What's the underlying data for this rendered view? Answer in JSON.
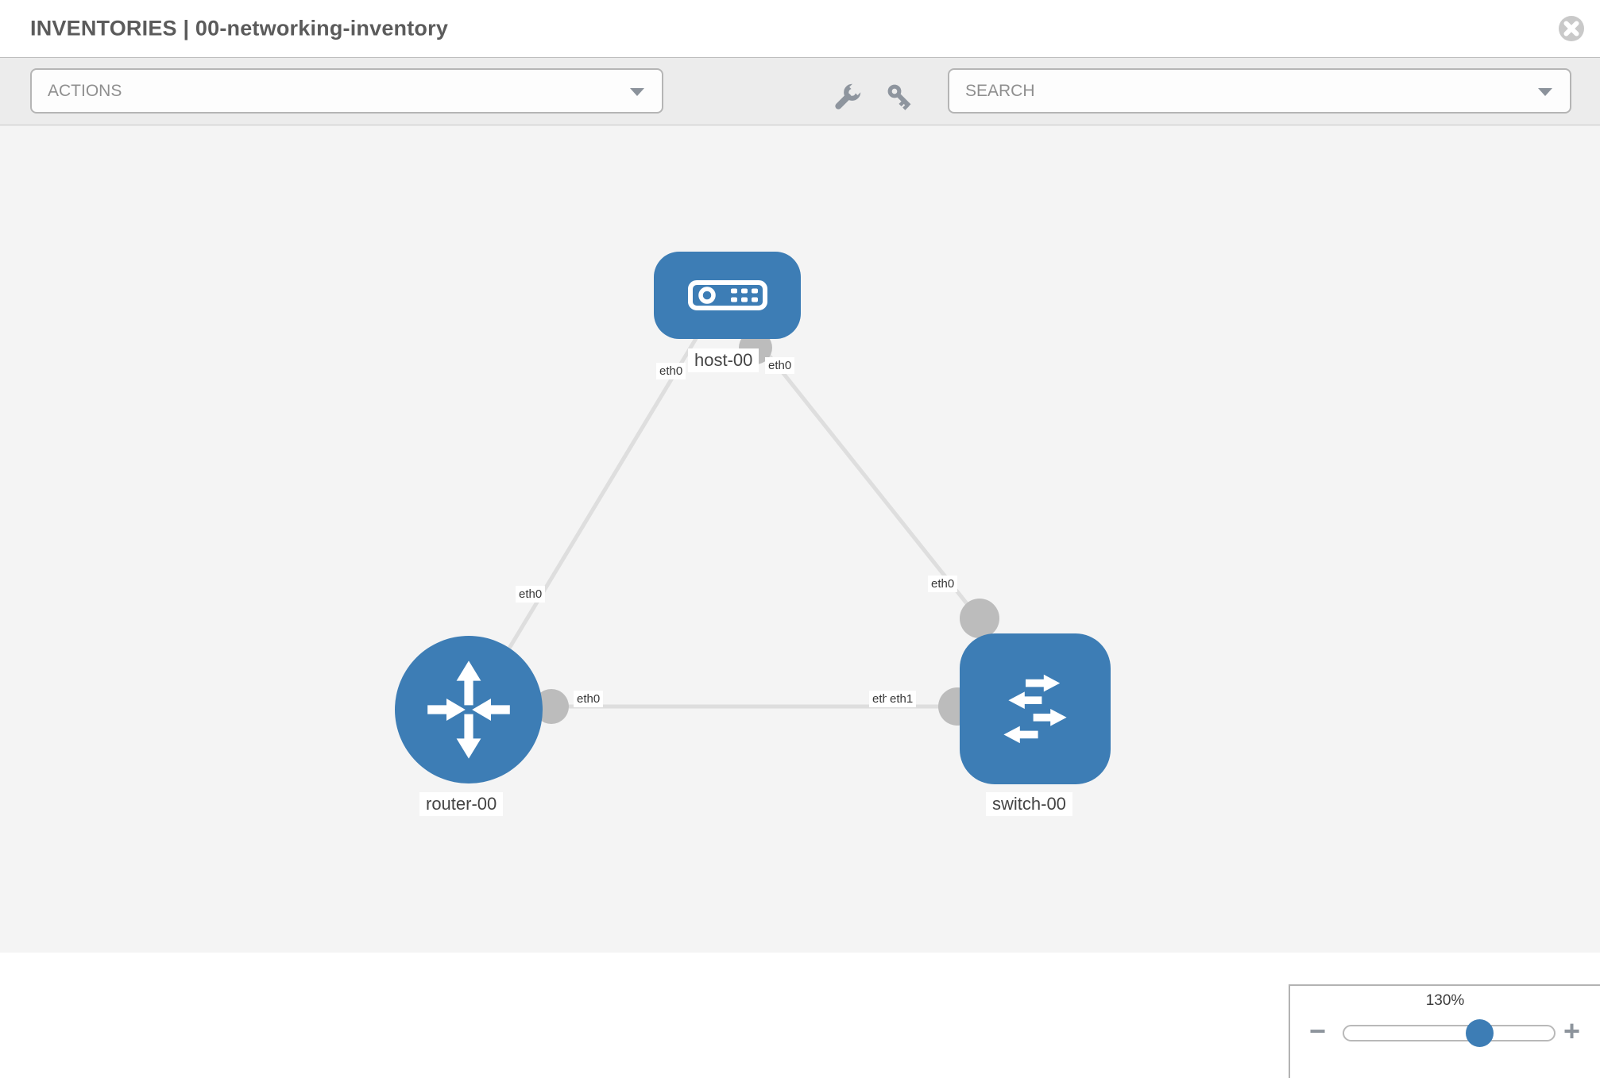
{
  "header": {
    "title": "INVENTORIES | 00-networking-inventory",
    "close_icon": "close-circle"
  },
  "toolbar": {
    "actions_label": "ACTIONS",
    "search_label": "SEARCH",
    "icons": [
      "wrench",
      "key"
    ]
  },
  "topology": {
    "nodes": [
      {
        "label": "host-00",
        "type": "host",
        "icon": "server-icon"
      },
      {
        "label": "router-00",
        "type": "router",
        "icon": "router-arrows-icon"
      },
      {
        "label": "switch-00",
        "type": "switch",
        "icon": "switch-arrows-icon"
      }
    ],
    "links": [
      {
        "from": "host-00",
        "from_iface": "eth0",
        "to": "router-00",
        "to_iface": "eth0"
      },
      {
        "from": "host-00",
        "from_iface": "eth0",
        "to": "switch-00",
        "to_iface": "eth0"
      },
      {
        "from": "router-00",
        "from_iface": "eth0",
        "to": "switch-00",
        "to_iface": "eth1"
      }
    ],
    "interface_labels": [
      {
        "text": "eth0",
        "node": "host-00",
        "side": "bottom-left"
      },
      {
        "text": "eth0",
        "node": "host-00",
        "side": "bottom-right"
      },
      {
        "text": "eth0",
        "node": "router-00",
        "side": "top"
      },
      {
        "text": "eth0",
        "node": "switch-00",
        "side": "top-left"
      },
      {
        "text": "eth0",
        "node": "router-00",
        "side": "right"
      },
      {
        "text": "eth0",
        "node": "switch-00",
        "side": "left-behind"
      },
      {
        "text": "eth1",
        "node": "switch-00",
        "side": "left"
      }
    ]
  },
  "zoom_control": {
    "level": "130%",
    "minus": "−",
    "plus": "+"
  },
  "colors": {
    "node_blue": "#3d7db5",
    "link_gray": "#dedede",
    "endpoint_gray": "#bcbcbc",
    "canvas_bg": "#f4f4f4",
    "toolbar_bg": "#ececec",
    "icon_gray": "#8e959e"
  }
}
